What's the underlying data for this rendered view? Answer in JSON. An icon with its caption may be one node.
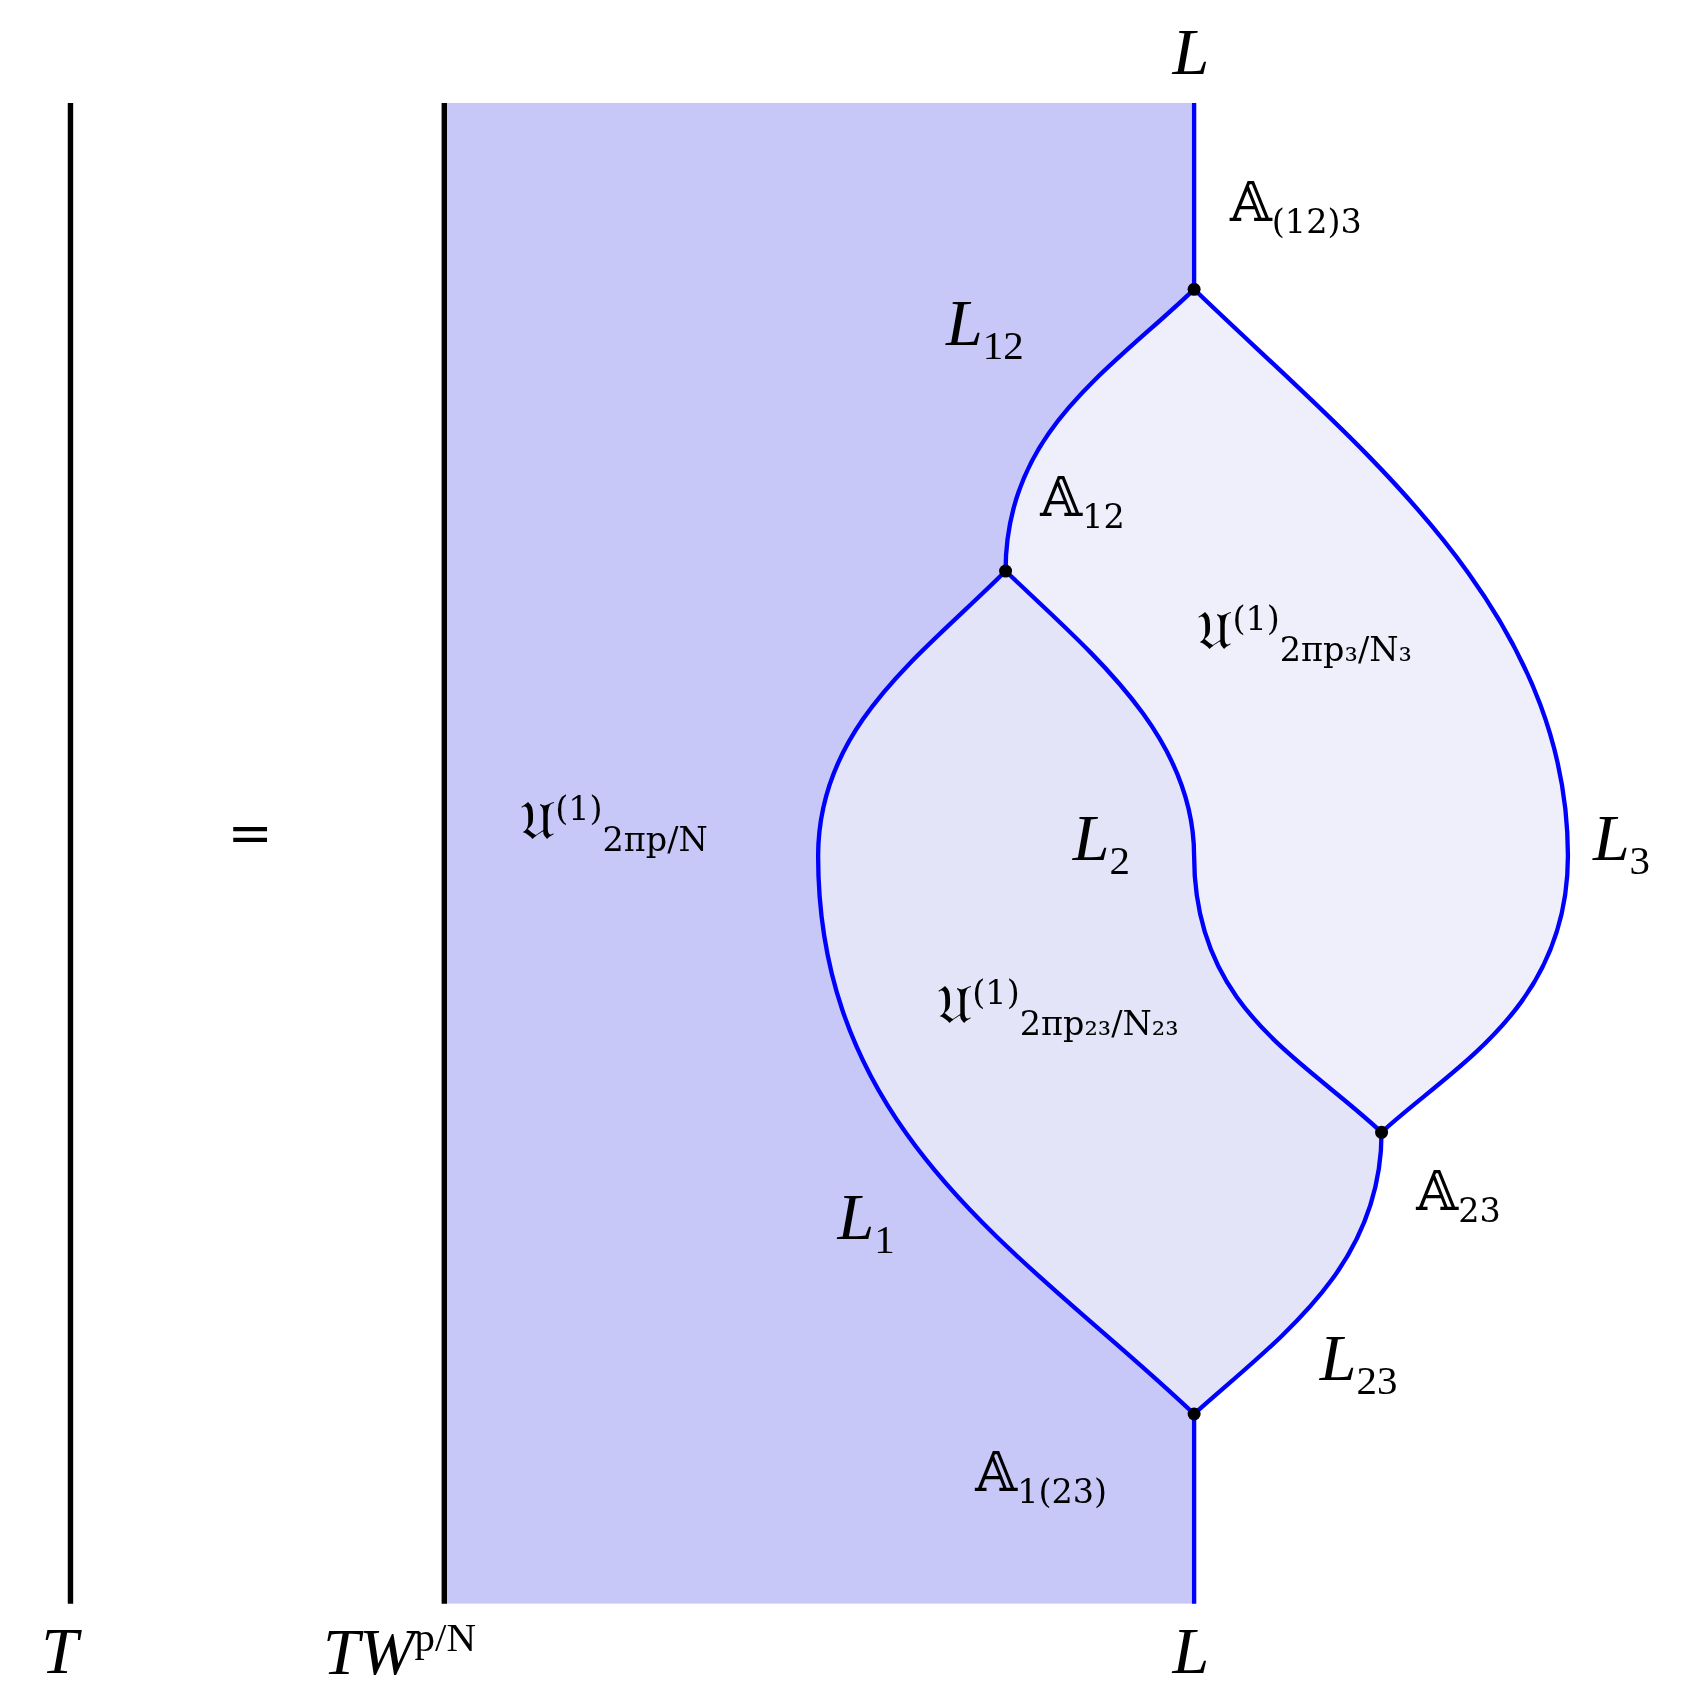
{
  "diagram": {
    "labels": [
      "L",
      "𝔸$_{(12)3}$",
      "L$_{12}$",
      "𝔸$_{12}$",
      "𝔘$^{(1)}$$_{2πp₃/N₃}$",
      "𝔘$^{(1)}$$_{2πp/N}$",
      "=",
      "L$_{2}$",
      "L$_{3}$",
      "𝔘$^{(1)}$$_{2πp₂₃/N₂₃}$",
      "𝔸$_{23}$",
      "L$_{1}$",
      "L$_{23}$",
      "𝔸$_{1(23)}$",
      "T",
      "TW$^{p/N}$",
      "L"
    ]
  }
}
